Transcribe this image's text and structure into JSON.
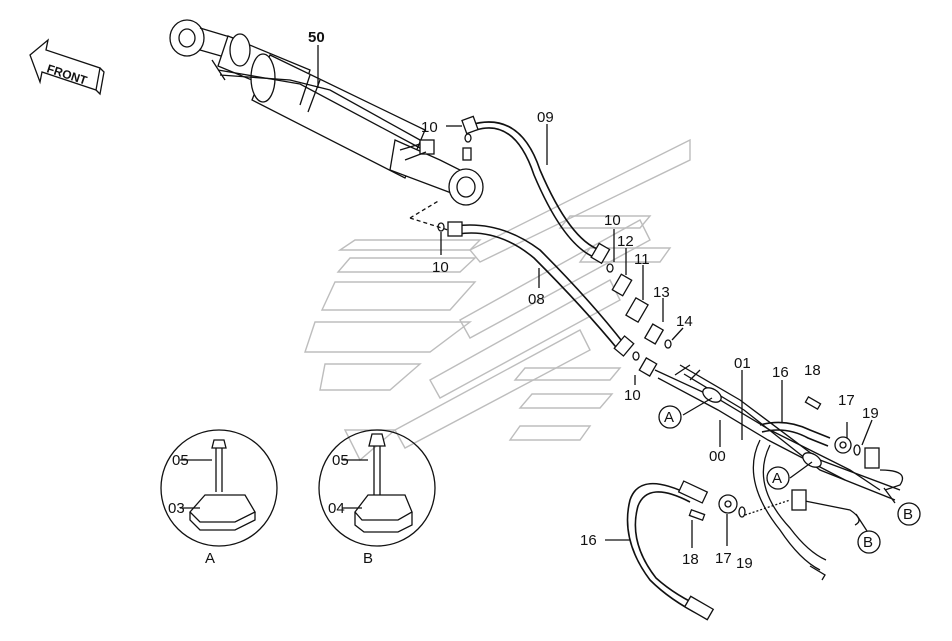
{
  "front_arrow": {
    "label": "FRONT"
  },
  "callouts": {
    "c50": "50",
    "c09": "09",
    "c10a": "10",
    "c10b": "10",
    "c10c": "10",
    "c10d": "10",
    "c12": "12",
    "c11": "11",
    "c08": "08",
    "c13": "13",
    "c14": "14",
    "c01": "01",
    "c16a": "16",
    "c18a": "18",
    "c17a": "17",
    "c19a": "19",
    "c00": "00",
    "c16b": "16",
    "c18b": "18",
    "c17b": "17",
    "c19b": "19"
  },
  "markers": {
    "a1": "A",
    "a2": "A",
    "b1": "B",
    "b2": "B"
  },
  "detail_a": {
    "bolt": "05",
    "clamp": "03",
    "title": "A"
  },
  "detail_b": {
    "bolt": "05",
    "clamp": "04",
    "title": "B"
  }
}
